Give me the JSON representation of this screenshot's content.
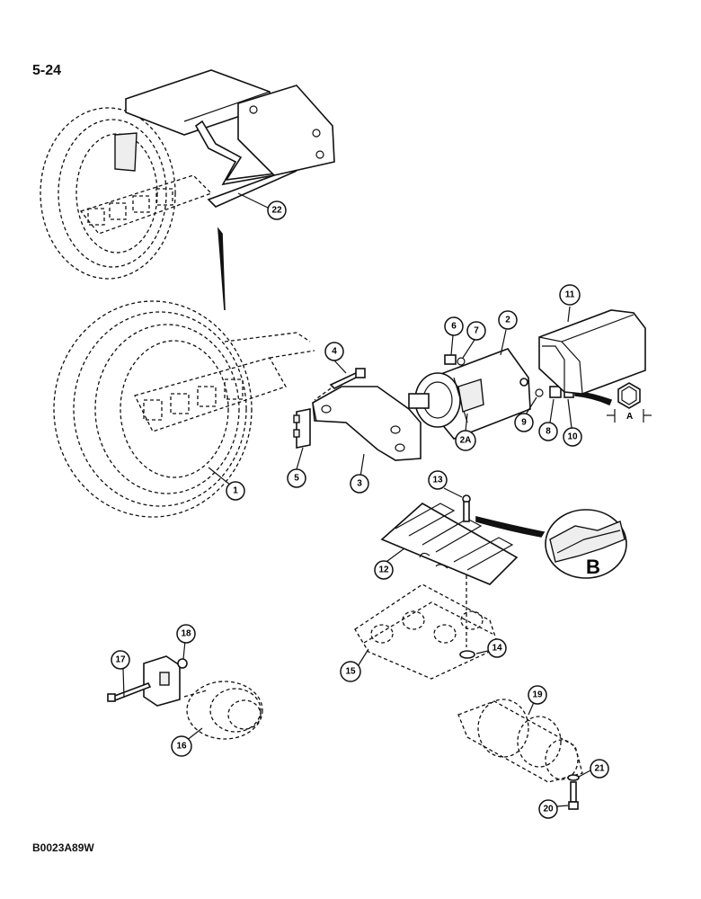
{
  "page_number": "5-24",
  "figure_code": "B0023A89W",
  "callouts": [
    "1",
    "2",
    "2A",
    "3",
    "4",
    "5",
    "6",
    "7",
    "8",
    "9",
    "10",
    "11",
    "12",
    "13",
    "14",
    "15",
    "16",
    "17",
    "18",
    "19",
    "20",
    "21",
    "22"
  ],
  "detail_labels": {
    "hex_dimension": "A",
    "detail_b": "B"
  }
}
